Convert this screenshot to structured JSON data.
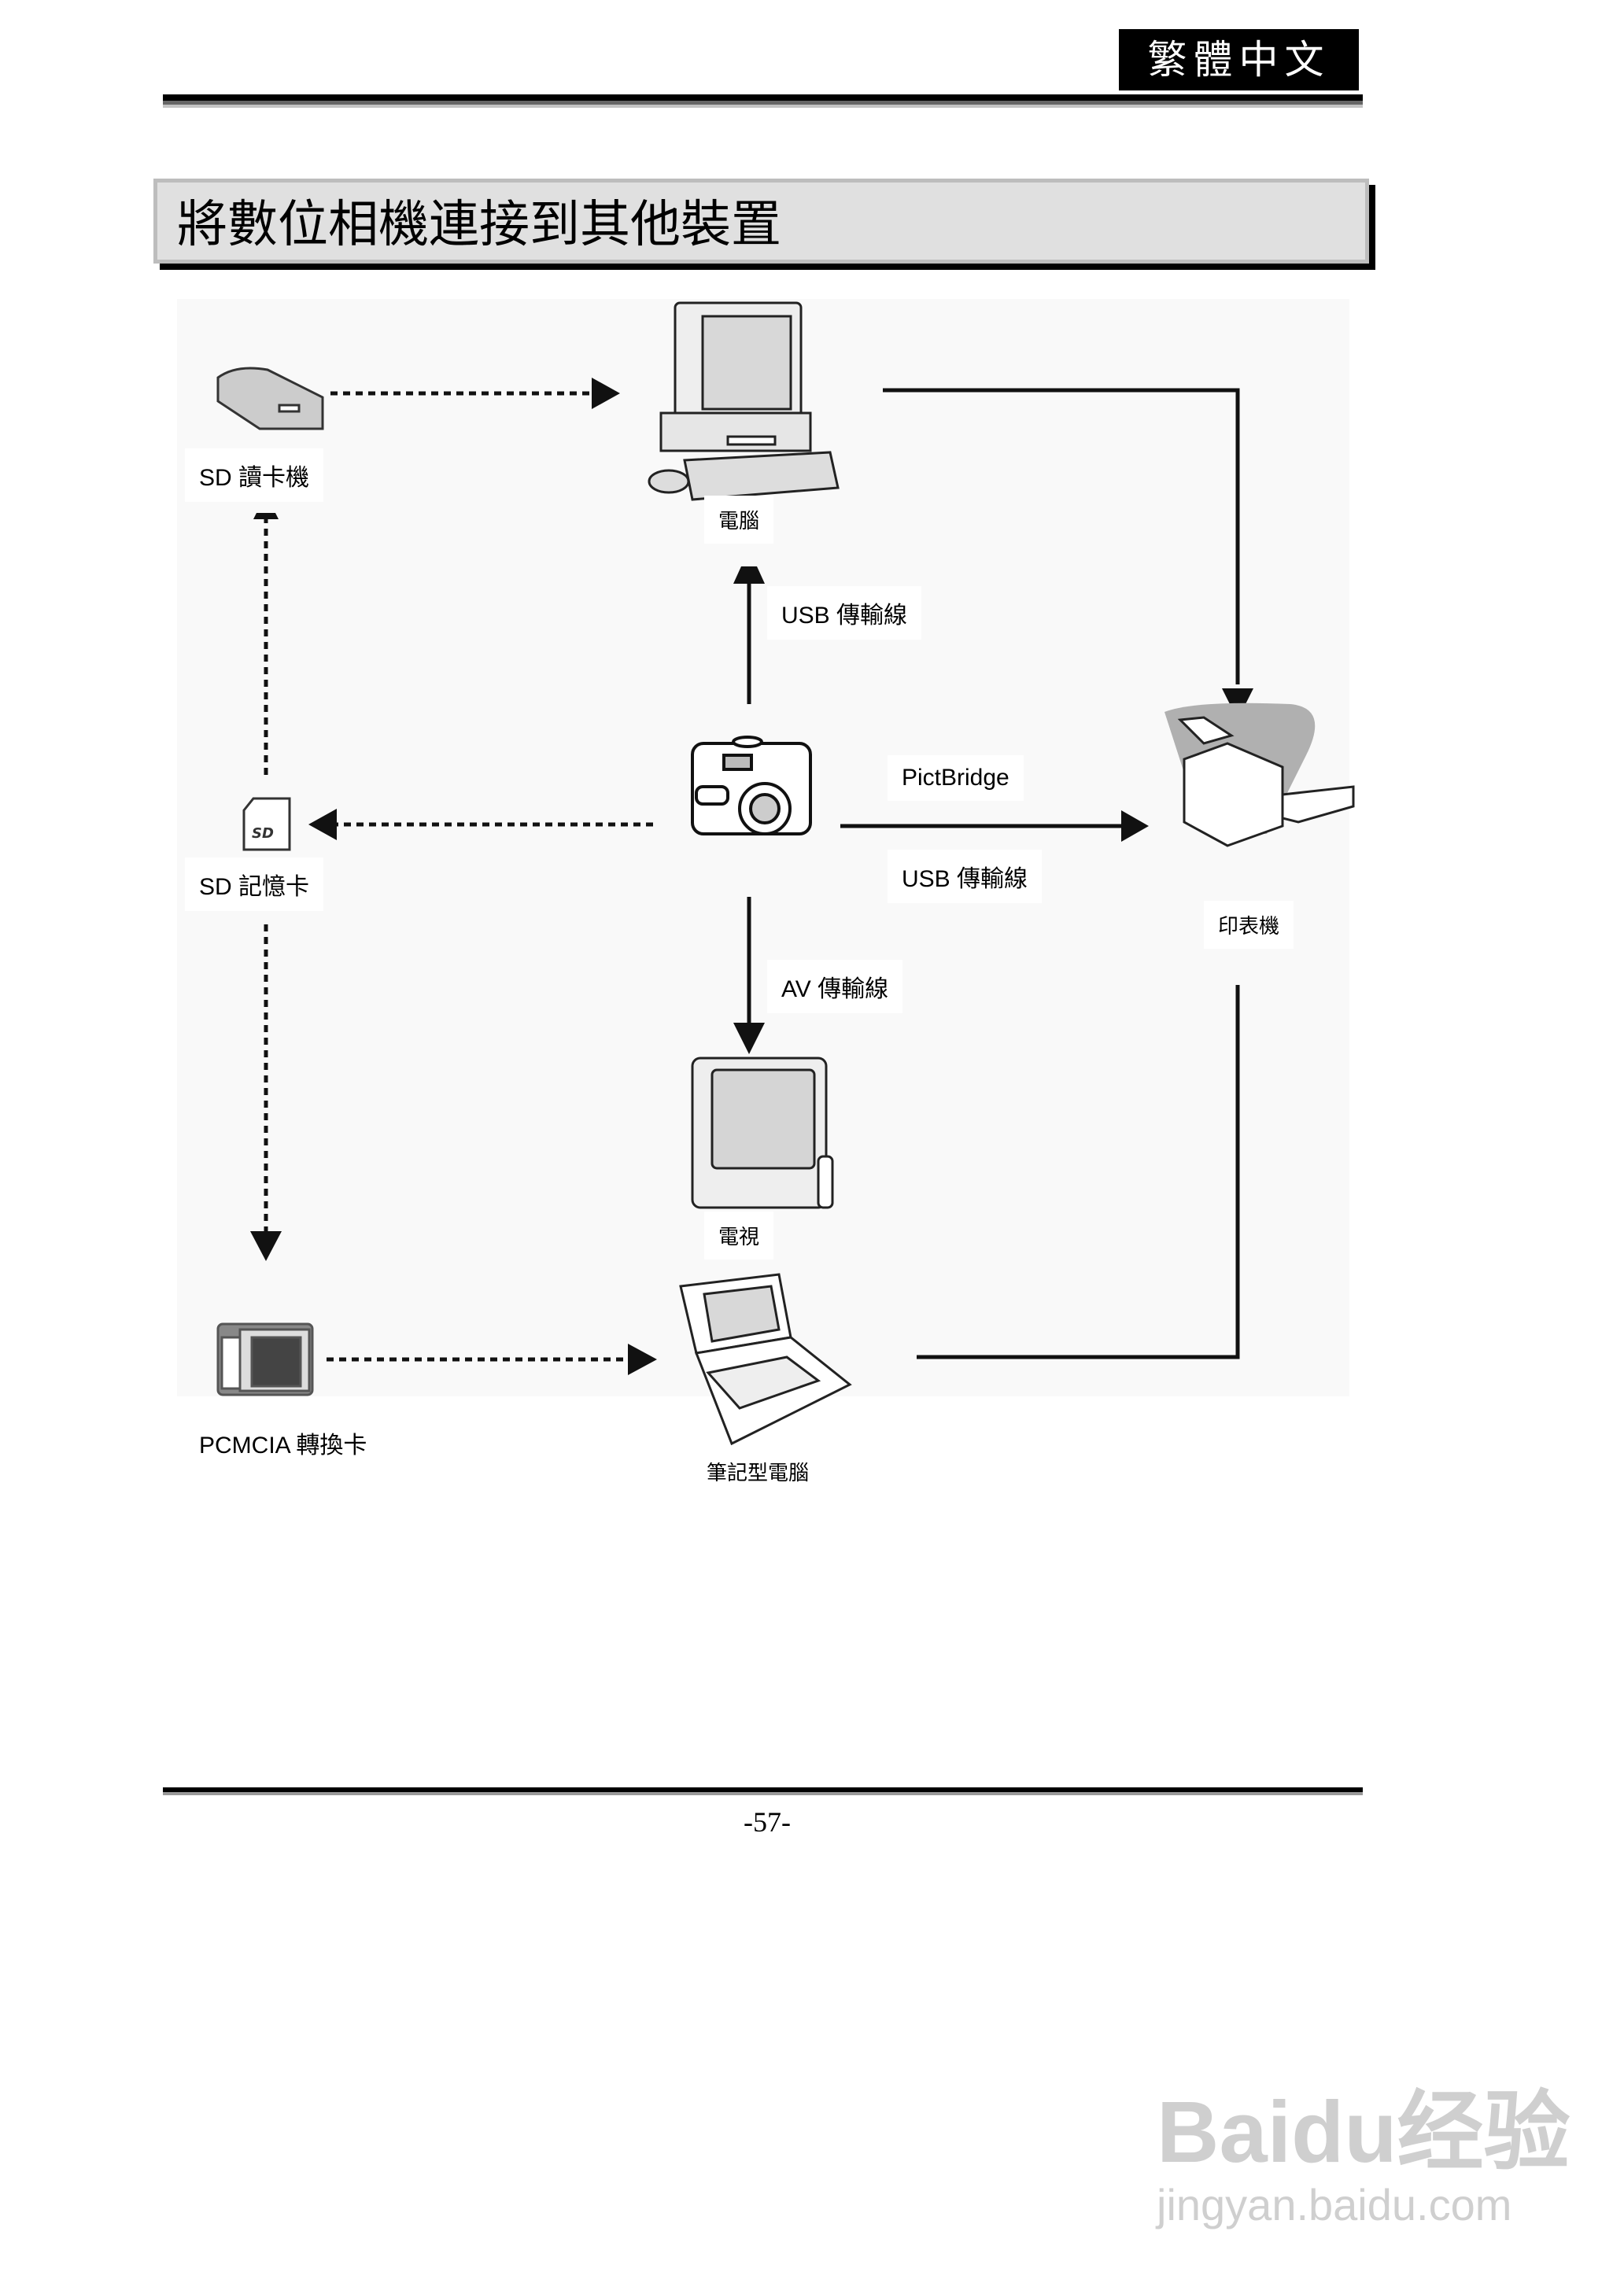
{
  "header": {
    "language_badge": "繁體中文"
  },
  "section_title": "將數位相機連接到其他裝置",
  "diagram": {
    "computer": "電腦",
    "sd_reader": "SD 讀卡機",
    "usb_cable_computer": "USB 傳輸線",
    "pictbridge": "PictBridge",
    "usb_cable_printer": "USB 傳輸線",
    "printer": "印表機",
    "sd_card": "SD 記憶卡",
    "av_cable": "AV 傳輸線",
    "tv": "電視",
    "notebook": "筆記型電腦",
    "pcmcia": "PCMCIA 轉換卡"
  },
  "footer": {
    "page_number": "-57-"
  },
  "watermark": {
    "brand": "Baidu经验",
    "url": "jingyan.baidu.com"
  }
}
